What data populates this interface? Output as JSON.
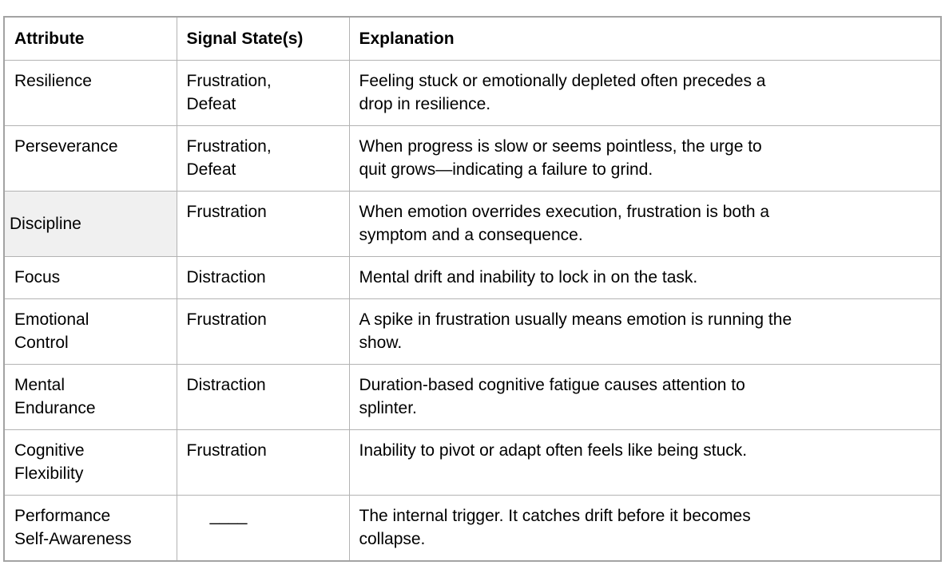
{
  "table": {
    "columns": [
      {
        "key": "attribute",
        "label": "Attribute"
      },
      {
        "key": "signal",
        "label": "Signal State(s)"
      },
      {
        "key": "explanation",
        "label": "Explanation"
      }
    ],
    "rows": [
      {
        "attribute": "Resilience",
        "signal": "Frustration,\nDefeat",
        "explanation": "Feeling stuck or emotionally depleted often precedes a\ndrop in resilience.",
        "highlighted": false
      },
      {
        "attribute": "Perseverance",
        "signal": "Frustration,\nDefeat",
        "explanation": "When progress is slow or seems pointless, the urge to\nquit grows—indicating a failure to grind.",
        "highlighted": false
      },
      {
        "attribute": "Discipline",
        "signal": "Frustration",
        "explanation": "When emotion overrides execution, frustration is both a\nsymptom and a consequence.",
        "highlighted": true
      },
      {
        "attribute": "Focus",
        "signal": "Distraction",
        "explanation": "Mental drift and inability to lock in on the task.",
        "highlighted": false
      },
      {
        "attribute": "Emotional\nControl",
        "signal": "Frustration",
        "explanation": "A spike in frustration usually means emotion is running the\nshow.",
        "highlighted": false
      },
      {
        "attribute": "Mental\nEndurance",
        "signal": "Distraction",
        "explanation": "Duration-based cognitive fatigue causes attention to\nsplinter.",
        "highlighted": false
      },
      {
        "attribute": "Cognitive\nFlexibility",
        "signal": "Frustration",
        "explanation": "Inability to pivot or adapt often feels like being stuck.",
        "highlighted": false
      },
      {
        "attribute": "Performance\nSelf-Awareness",
        "signal": "     ____",
        "explanation": "The internal trigger. It catches drift before it becomes\ncollapse.",
        "highlighted": false
      }
    ]
  },
  "colors": {
    "highlight_cell_background": "#f0f0f0",
    "grid_border": "#b3b3b3",
    "outer_border": "#a3a3a3",
    "text": "#000000",
    "page_background": "#ffffff"
  }
}
